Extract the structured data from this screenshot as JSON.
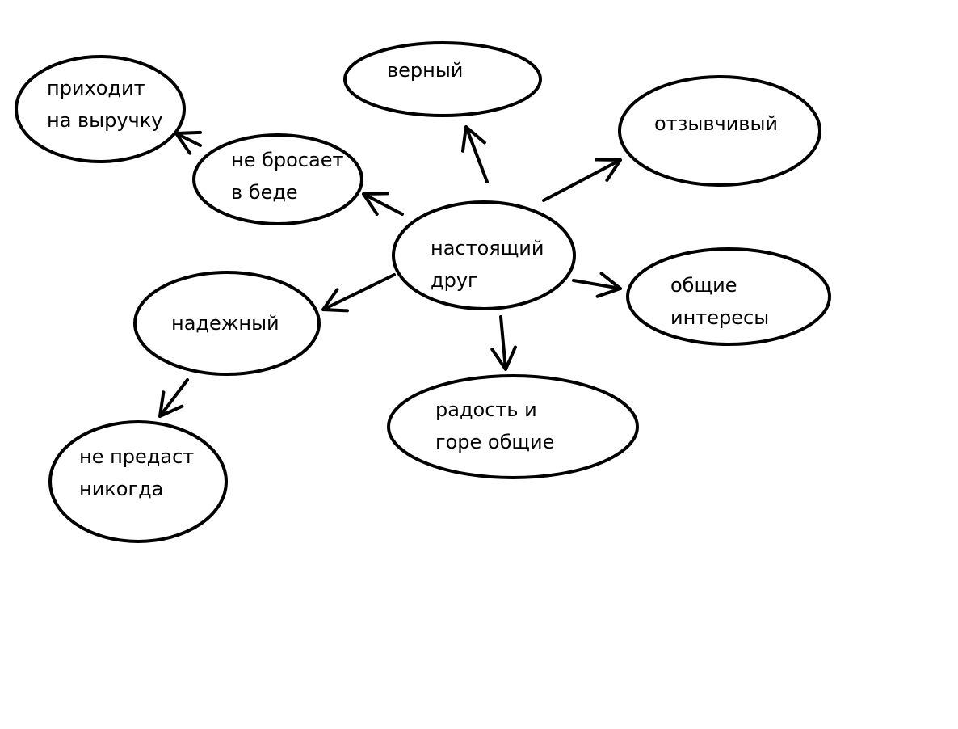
{
  "center": {
    "line1": "настоящий",
    "line2": "друг"
  },
  "nodes": {
    "loyal": {
      "line1": "верный"
    },
    "responsive": {
      "line1": "отзывчивый"
    },
    "interests": {
      "line1": "общие",
      "line2": "интересы"
    },
    "joy": {
      "line1": "радость и",
      "line2": "горе общие"
    },
    "reliable": {
      "line1": "надежный"
    },
    "never_betray": {
      "line1": "не предаст",
      "line2": "никогда"
    },
    "not_abandon": {
      "line1": "не бросает",
      "line2": "в беде"
    },
    "comes_help": {
      "line1": "приходит",
      "line2": "на выручку"
    }
  },
  "colors": {
    "stroke": "#000000",
    "background": "#ffffff"
  }
}
